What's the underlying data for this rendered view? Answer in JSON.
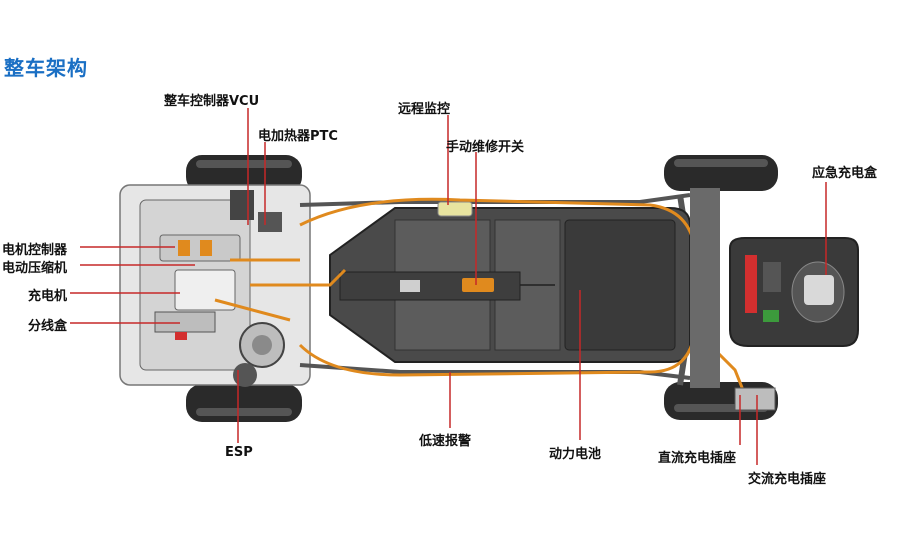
{
  "title": "整车架构",
  "labels": {
    "vcu": "整车控制器VCU",
    "ptc": "电加热器PTC",
    "motor_controller": "电机控制器",
    "compressor": "电动压缩机",
    "charger": "充电机",
    "junction_box": "分线盒",
    "esp": "ESP",
    "remote_monitor": "远程监控",
    "manual_switch": "手动维修开关",
    "low_speed_alarm": "低速报警",
    "power_battery": "动力电池",
    "dc_socket": "直流充电插座",
    "ac_socket": "交流充电插座",
    "emergency_box": "应急充电盒"
  },
  "colors": {
    "title": "#1a6fc4",
    "leader": "#c62828",
    "harness": "#e08a1e",
    "battery": "#3b3b3b",
    "tire": "#2a2a2a"
  }
}
